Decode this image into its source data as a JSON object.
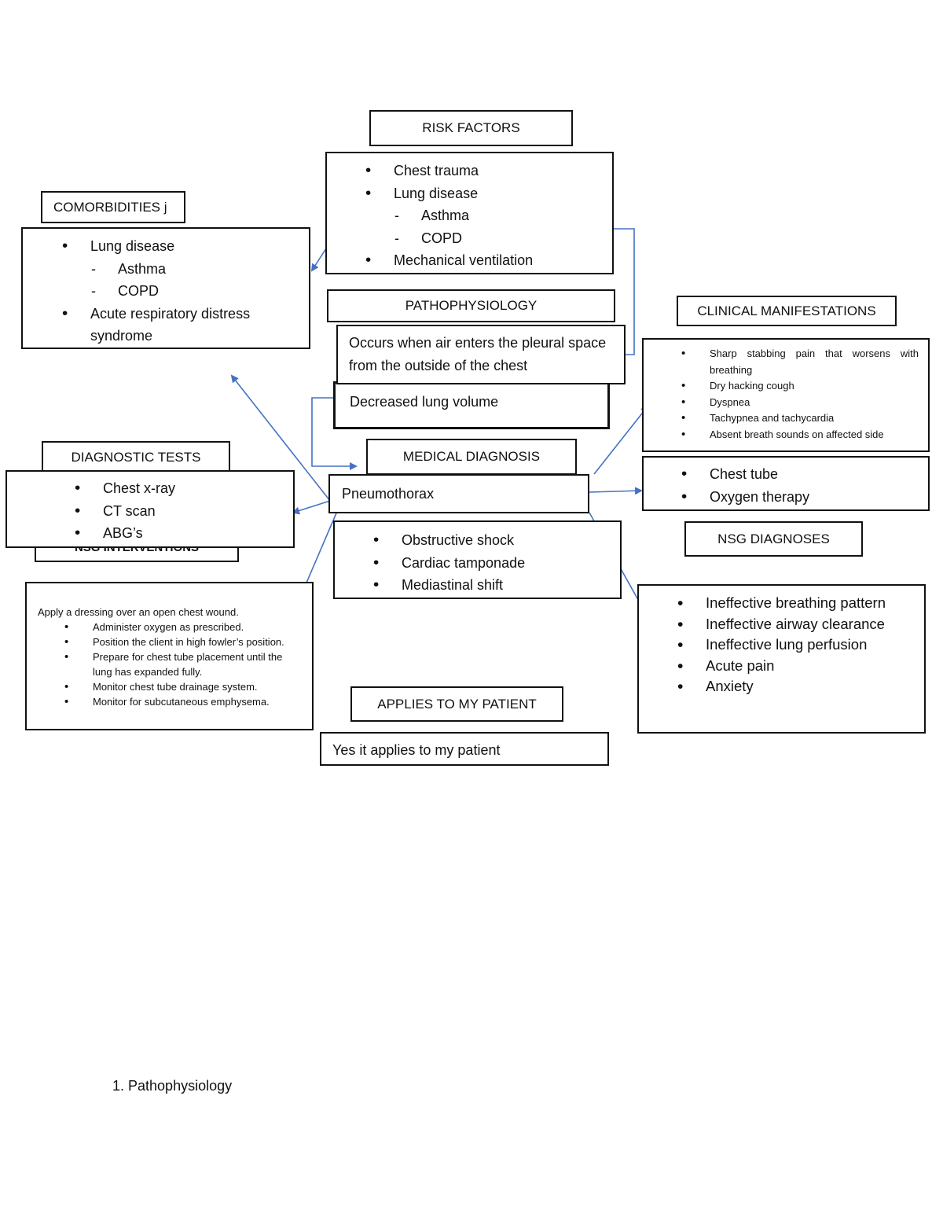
{
  "risk_factors": {
    "header": "RISK FACTORS",
    "items": [
      {
        "type": "bullet",
        "text": "Chest trauma"
      },
      {
        "type": "bullet",
        "text": "Lung disease"
      },
      {
        "type": "dash",
        "text": "Asthma"
      },
      {
        "type": "dash",
        "text": "COPD"
      },
      {
        "type": "bullet",
        "text": "Mechanical ventilation"
      }
    ]
  },
  "comorbidities": {
    "header": "COMORBIDITIES j",
    "items": [
      {
        "type": "bullet",
        "text": "Lung disease"
      },
      {
        "type": "dash",
        "text": "Asthma"
      },
      {
        "type": "dash",
        "text": "COPD"
      },
      {
        "type": "bullet",
        "text": "Acute respiratory distress syndrome"
      }
    ]
  },
  "pathophysiology": {
    "header": "PATHOPHYSIOLOGY",
    "text1": "Occurs when air enters the pleural space from the outside of the chest",
    "text2": "Decreased lung volume"
  },
  "clinical_manifestations": {
    "header": "CLINICAL MANIFESTATIONS",
    "items": [
      "Sharp stabbing pain that worsens with breathing",
      "Dry hacking cough",
      "Dyspnea",
      "Tachypnea and tachycardia",
      "Absent breath sounds on affected side"
    ]
  },
  "treatment": {
    "items": [
      "Chest tube",
      "Oxygen therapy"
    ]
  },
  "diagnostic_tests": {
    "header": "DIAGNOSTIC TESTS",
    "items": [
      "Chest x-ray",
      "CT scan",
      "ABG’s"
    ],
    "hidden_header": "NSG INTERVENTIONS"
  },
  "medical_diagnosis": {
    "header": "MEDICAL DIAGNOSIS",
    "name": "Pneumothorax"
  },
  "complications": {
    "items": [
      "Obstructive shock",
      "Cardiac tamponade",
      "Mediastinal shift"
    ]
  },
  "nsg_diagnoses": {
    "header": "NSG DIAGNOSES",
    "items": [
      "Ineffective breathing pattern",
      "Ineffective airway clearance",
      "Ineffective lung perfusion",
      "Acute pain",
      "Anxiety"
    ]
  },
  "nsg_interventions": {
    "intro": "Apply a dressing over an open chest wound.",
    "items": [
      "Administer oxygen as prescribed.",
      "Position the client in high fowler’s position.",
      "Prepare for chest tube placement until the lung has expanded fully.",
      "Monitor chest tube drainage system.",
      " Monitor for subcutaneous emphysema."
    ]
  },
  "applies": {
    "header": "APPLIES TO MY PATIENT",
    "text": "Yes it applies to my patient"
  },
  "footer": {
    "text": "1. Pathophysiology"
  },
  "colors": {
    "arrow": "#4472C4",
    "border": "#111111"
  }
}
